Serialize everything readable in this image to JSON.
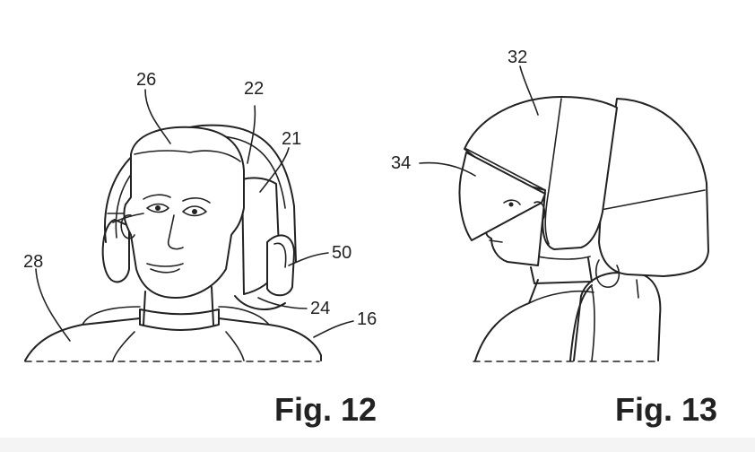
{
  "figures": [
    {
      "caption": "Fig. 12",
      "labels": {
        "head": "26",
        "cushion": "22",
        "shell": "21",
        "earphone": "50",
        "headrest": "24",
        "seat": "16",
        "passenger": "28"
      }
    },
    {
      "caption": "Fig. 13",
      "labels": {
        "shell": "32",
        "visor": "34"
      }
    }
  ]
}
